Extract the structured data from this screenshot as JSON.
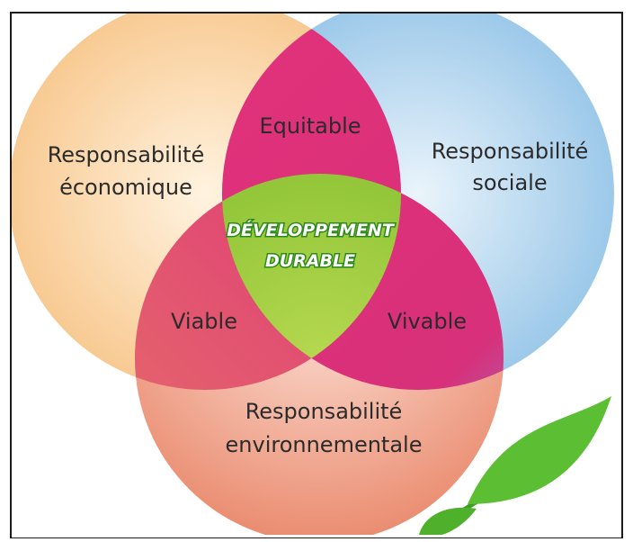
{
  "diagram": {
    "circles": {
      "economique": {
        "label_line1": "Responsabilité",
        "label_line2": "économique"
      },
      "sociale": {
        "label_line1": "Responsabilité",
        "label_line2": "sociale"
      },
      "environnementale": {
        "label_line1": "Responsabilité",
        "label_line2": "environnementale"
      }
    },
    "intersections": {
      "top": "Equitable",
      "left": "Viable",
      "right": "Vivable"
    },
    "center": {
      "line1": "Développement",
      "line2": "Durable"
    }
  },
  "colors": {
    "economique": "#f8c98a",
    "sociale": "#9fcbea",
    "environnementale": "#ef9e86",
    "overlap": "#e0327a",
    "center": "#9ccc3d",
    "leaf": "#5cbf33",
    "frame": "#1a1a1a"
  }
}
